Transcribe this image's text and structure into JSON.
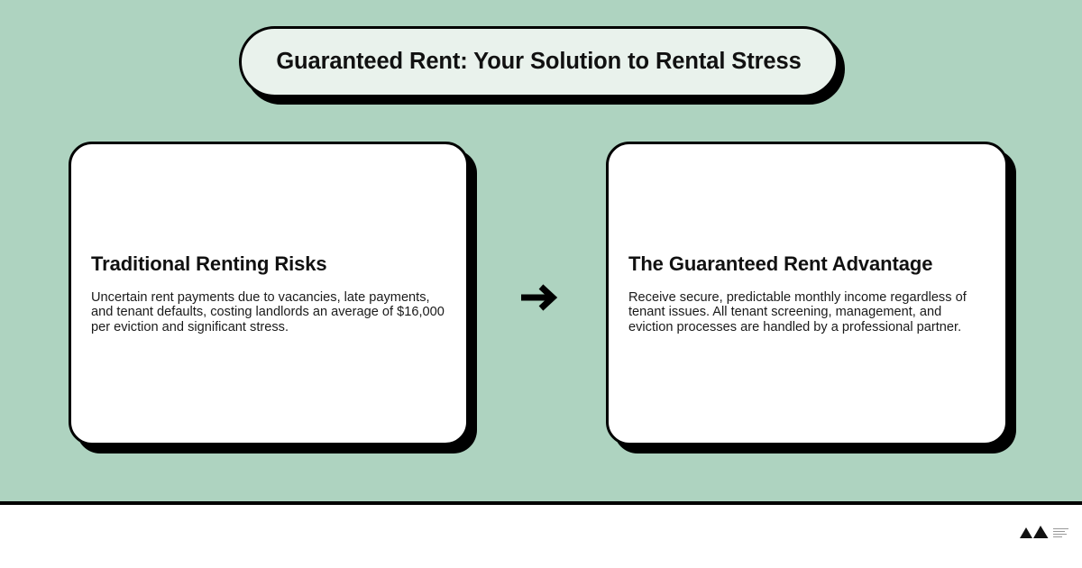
{
  "slide": {
    "background_color": "#aed3c0",
    "footer_background_color": "#ffffff",
    "accent_color": "#000000",
    "pill_fill_color": "#e9f2ec",
    "card_fill_color": "#ffffff"
  },
  "header": {
    "title": "Guaranteed Rent: Your Solution to Rental Stress"
  },
  "comparison": {
    "arrow_icon": "arrow-right-icon",
    "cards": [
      {
        "heading": "Traditional Renting Risks",
        "body": "Uncertain rent payments due to vacancies, late payments, and tenant defaults, costing landlords an average of $16,000 per eviction and significant stress."
      },
      {
        "heading": "The Guaranteed Rent Advantage",
        "body": "Receive secure, predictable monthly income regardless of tenant issues. All tenant screening, management, and eviction processes are handled by a professional partner."
      }
    ]
  },
  "footer": {
    "logo_icon": "mountain-peaks-logo-icon"
  }
}
